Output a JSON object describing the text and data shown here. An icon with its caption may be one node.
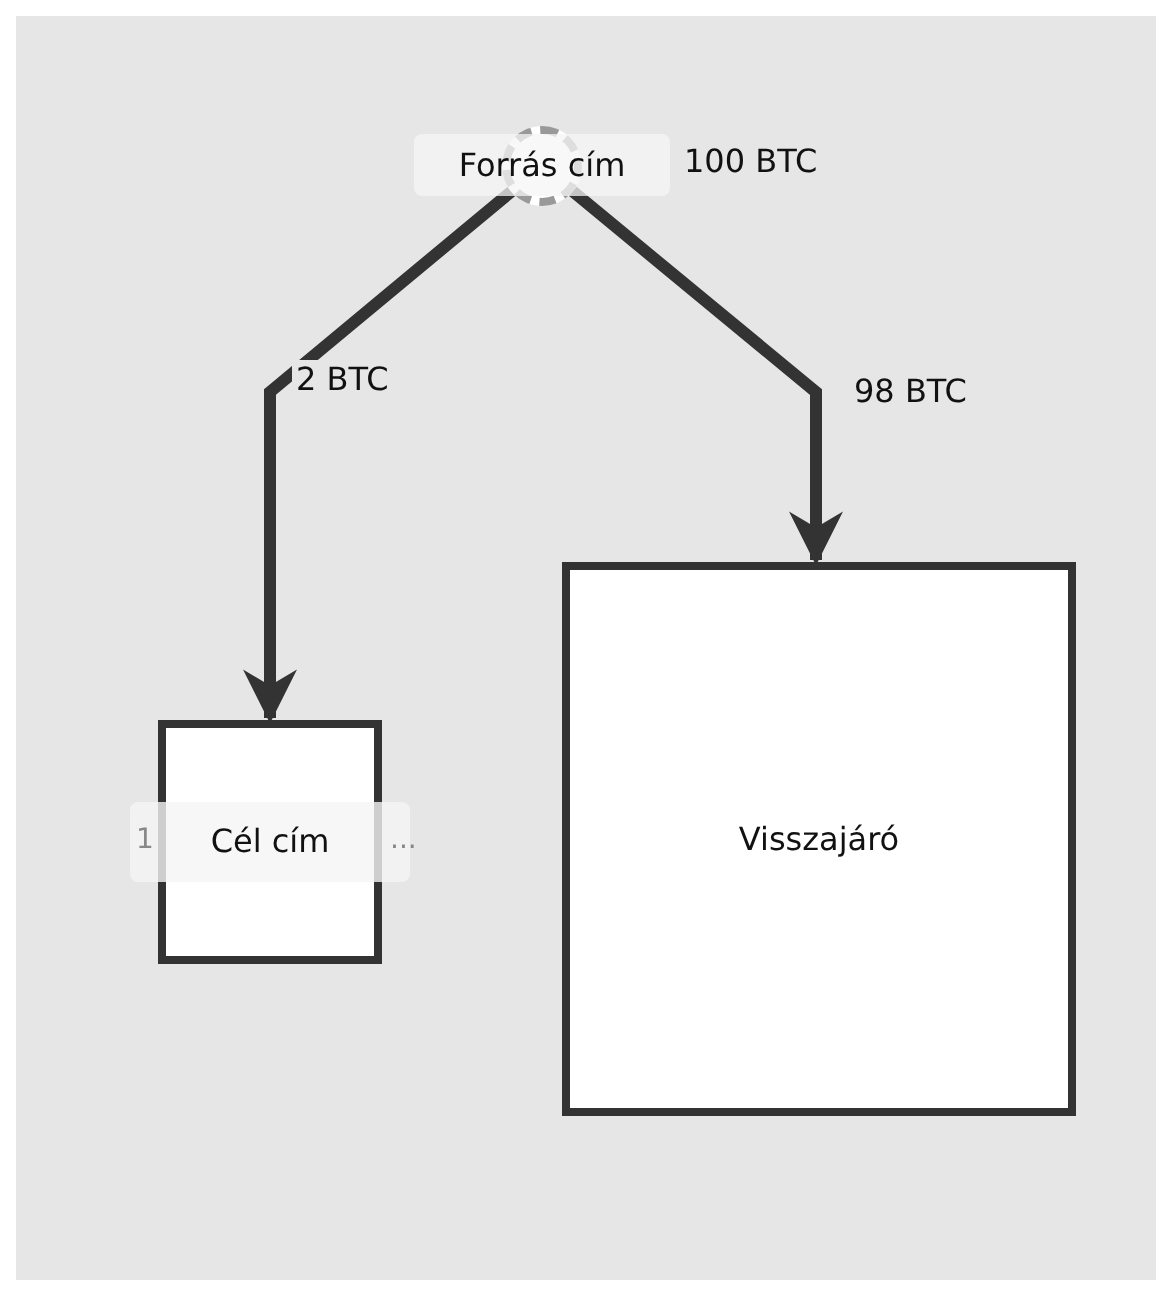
{
  "diagram": {
    "nodes": [
      {
        "text": [
          "Forrás cím"
        ],
        "beside": [
          "100 BTC"
        ]
      },
      {
        "text": [
          "Cél cím"
        ]
      },
      {
        "text": [
          "Visszajáró"
        ]
      }
    ],
    "edges": [
      {
        "from": 0,
        "to": 1,
        "arrow": "to",
        "label": "2 BTC"
      },
      {
        "from": 0,
        "to": 2,
        "arrow": "to",
        "label": "98 BTC"
      }
    ],
    "labels": [
      "1",
      "..."
    ]
  }
}
